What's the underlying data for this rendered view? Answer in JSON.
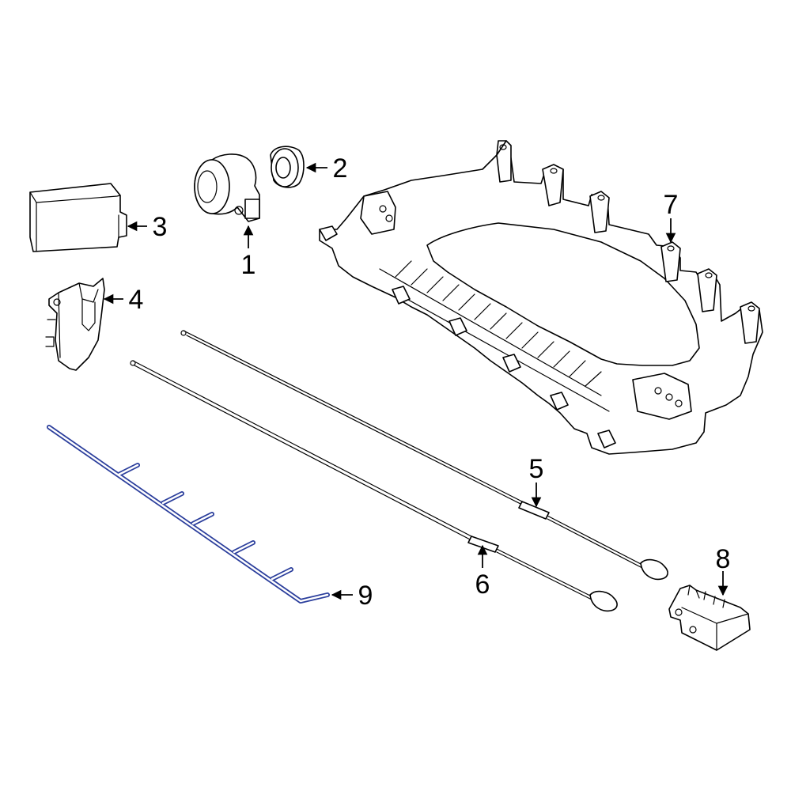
{
  "colors": {
    "line": "#000000",
    "background": "#ffffff",
    "highlight": "#2b3e9c"
  },
  "callouts": [
    {
      "id": "1",
      "label": "1"
    },
    {
      "id": "2",
      "label": "2"
    },
    {
      "id": "3",
      "label": "3"
    },
    {
      "id": "4",
      "label": "4"
    },
    {
      "id": "5",
      "label": "5"
    },
    {
      "id": "6",
      "label": "6"
    },
    {
      "id": "7",
      "label": "7"
    },
    {
      "id": "8",
      "label": "8"
    },
    {
      "id": "9",
      "label": "9"
    }
  ],
  "highlighted_part": "9"
}
